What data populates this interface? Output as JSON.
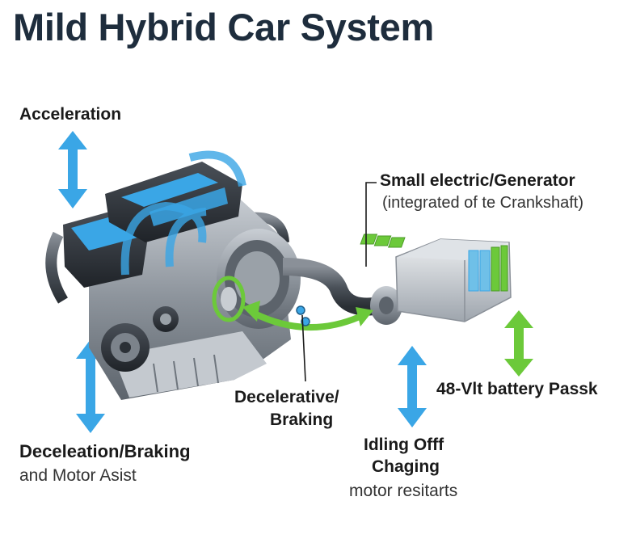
{
  "title": "Mild Hybrid Car System",
  "labels": {
    "acceleration": "Acceleration",
    "generator_title": "Small electric/Generator",
    "generator_sub": "(integrated of te Crankshaft)",
    "battery": "48-Vlt battery Passk",
    "decel_braking_center_1": "Decelerative/",
    "decel_braking_center_2": "Braking",
    "decel_left_1": "Deceleation/Braking",
    "decel_left_2": "and Motor Asist",
    "idling_1": "Idling Offf",
    "idling_2": "Chaging",
    "idling_3": "motor resitarts"
  },
  "colors": {
    "title": "#1e2d3d",
    "arrow_blue": "#3aa6e6",
    "arrow_green": "#6cc93a",
    "engine_gray": "#8a9099",
    "engine_dark": "#2b3036"
  },
  "icons": {
    "acceleration_arrow": "double-arrow-vertical-icon",
    "battery_arrow": "double-arrow-vertical-icon",
    "flow_arrow": "curved-arrow-icon"
  }
}
